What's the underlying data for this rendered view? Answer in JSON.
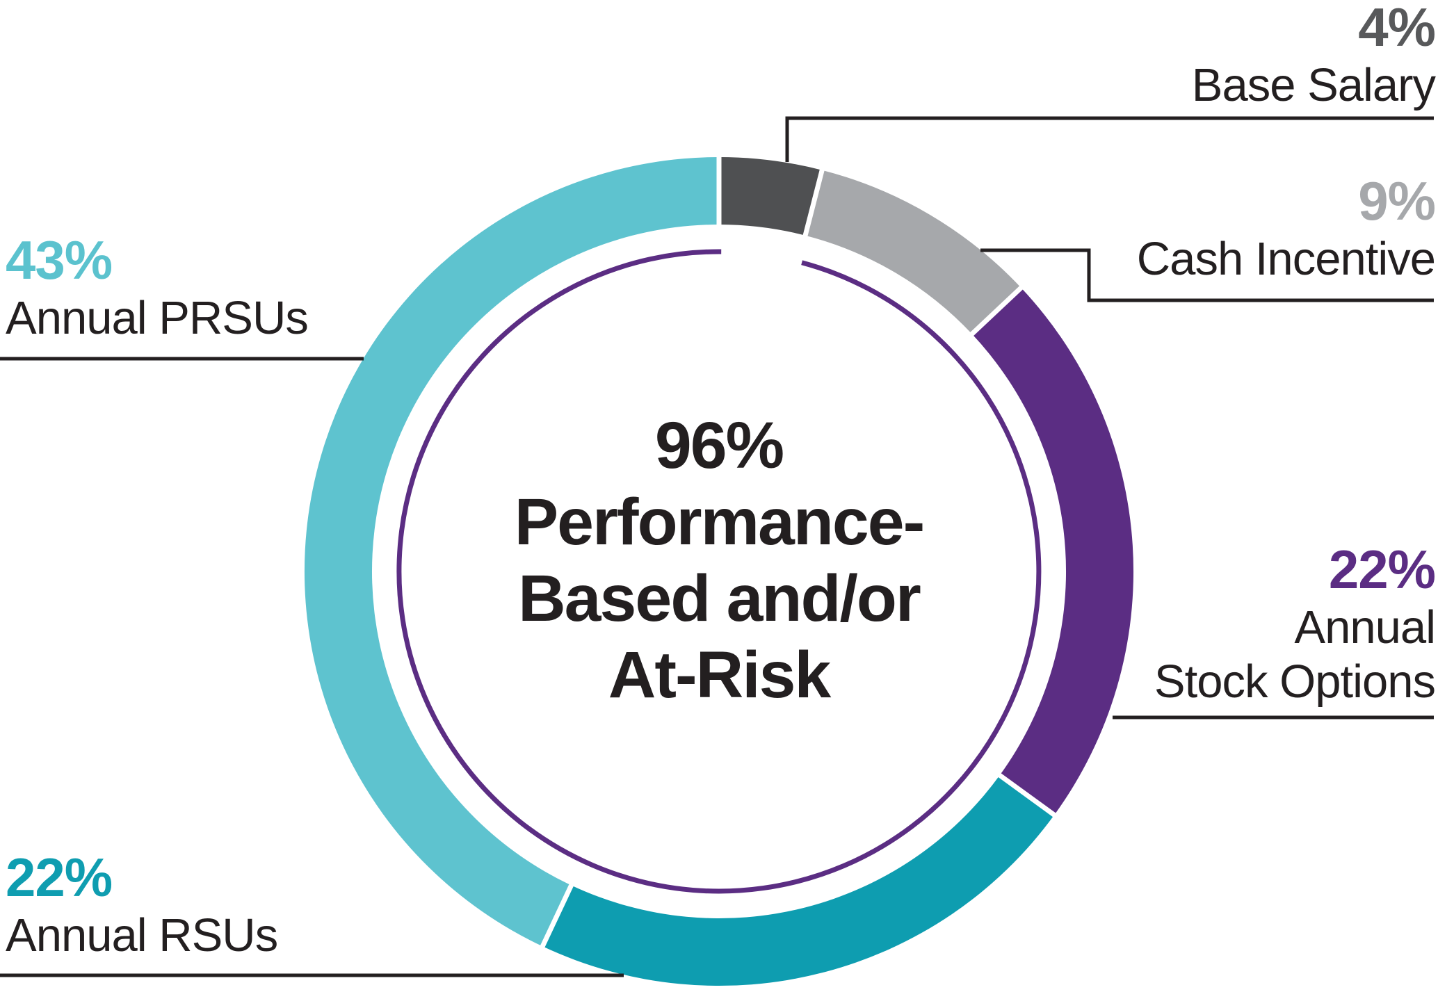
{
  "chart_data": {
    "type": "pie",
    "subtype": "donut",
    "start_angle_deg": 0,
    "direction": "clockwise",
    "segments": [
      {
        "label": "Base Salary",
        "value": 4,
        "color": "#4F5052",
        "value_color": "#58595B"
      },
      {
        "label": "Cash Incentive",
        "value": 9,
        "color": "#A6A8AB",
        "value_color": "#A6A8AB"
      },
      {
        "label": "Annual Stock Options",
        "value": 22,
        "color": "#5B2D83",
        "value_color": "#5B2D83"
      },
      {
        "label": "Annual RSUs",
        "value": 22,
        "color": "#0E9DB0",
        "value_color": "#0F9DB0"
      },
      {
        "label": "Annual PRSUs",
        "value": 43,
        "color": "#5EC3CF",
        "value_color": "#5BC2CE"
      }
    ],
    "center_annotation": "96% Performance-Based and/or At-Risk",
    "inner_ring": {
      "color": "#5B2D83",
      "skips_segment": "Base Salary",
      "meaning": "spans the 96% performance-based and/or at-risk portion"
    },
    "legend_position": "callout labels around donut",
    "separator_color": "#FFFFFF",
    "callout_line_color": "#231F20"
  },
  "center": {
    "line1": "96%",
    "line2": "Performance-",
    "line3": "Based and/or",
    "line4": "At-Risk"
  },
  "labels": {
    "base_salary": {
      "pct": "4%",
      "name": "Base Salary"
    },
    "cash_incentive": {
      "pct": "9%",
      "name": "Cash Incentive"
    },
    "stock_options": {
      "pct": "22%",
      "name_line1": "Annual",
      "name_line2": "Stock Options"
    },
    "annual_rsus": {
      "pct": "22%",
      "name": "Annual RSUs"
    },
    "annual_prsus": {
      "pct": "43%",
      "name": "Annual PRSUs"
    }
  }
}
